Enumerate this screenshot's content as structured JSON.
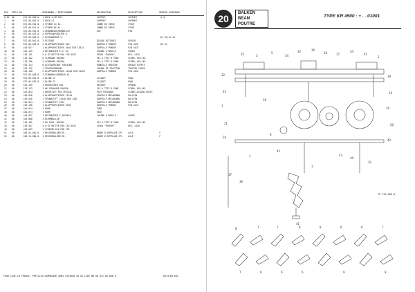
{
  "parts_list": {
    "headers": [
      "POS",
      "TEILE-NR",
      "",
      "BENENNUNG / BEZEICHNUNG",
      "DESIGNATION",
      "DESCRIPTION",
      "BEMERK./REMARQUE"
    ],
    "rows": [
      [
        "0.01",
        "00",
        "872.05.000.0",
        "1 BOCK 4,5M SCH.",
        "SUPPORT",
        "SUPPORT",
        "(1-5)"
      ],
      [
        "1",
        "00",
        "872.05.001.0",
        "1 BOCK LI.",
        "SUPPORT",
        "SUPPORT",
        ""
      ],
      [
        "2",
        "00",
        "872.05.010.0",
        "1 STREBE LI.KL.",
        "JAMBE DE FORCE",
        "STRUT",
        ""
      ],
      [
        "3",
        "00",
        "872.05.011.0",
        "1 STREBE RE.KL.",
        "JAMBE DE FORCE",
        "STRUT",
        ""
      ],
      [
        "4",
        "00",
        "872.05.012.0",
        "1 GEWINDEBUCHSENBLECH",
        "AXE",
        "PIN",
        ""
      ],
      [
        "5",
        "00",
        "872.05.013.0",
        "4 KUPPLUNGSBOLZEN D.",
        "",
        "",
        ""
      ],
      [
        "6",
        "00",
        "872.05.040.0",
        "2 DISTANZROHR V.",
        "",
        "",
        "(21-28,41-44"
      ],
      [
        "7",
        "00",
        "872.05.041.0",
        "2 DISTANZ",
        "DISQUE DISTANCE",
        "SPACER",
        ""
      ],
      [
        "8",
        "00",
        "872.05.043.0",
        "2 KLAPPVORSTECKER D10",
        "GOUPILLE PENDUE",
        "PIN LOCK",
        "(31-33"
      ],
      [
        "9",
        "00",
        "416.017",
        "1 KLAPPVORSTECKER 4X40 DIN 11023",
        "GOUPILLE PENDUE",
        "PIN LOCK",
        ""
      ],
      [
        "10",
        "00",
        "416.125",
        "1 BETONEISEN D.17 GL.",
        "CHAINE A MAILLE",
        "CHAIN",
        ""
      ],
      [
        "11",
        "00",
        "103.101",
        "2 6 KT-MUTTER M16 ISO 4032",
        "ECROU \"PUCHER\"",
        "HEX. LOCK",
        ""
      ],
      [
        "12",
        "00",
        "120.182",
        "6 SCHRAUBE M16X60",
        "VIS A TETE 6 PANS",
        "SCREW, HEX.HD.",
        ""
      ],
      [
        "13",
        "00",
        "120.180",
        "2 SCHRAUBE M16X50",
        "VIS A TETE 6 PANS",
        "SCREW, HEX.HD.",
        ""
      ],
      [
        "14",
        "00",
        "416.124",
        "6 DISTANZRINGE TORSIONS",
        "RONDELLE GRASSER",
        "GREASE NIPPLE",
        ""
      ],
      [
        "15",
        "00",
        "416.125",
        "1 TRAVERSENROHR",
        "CHAINE DE TRACTION",
        "TRACTOR CHAIN",
        ""
      ],
      [
        "16",
        "00",
        "416.130",
        "2 KLAPPVORSTECKER 12X45 DIN 11023",
        "GOUPILLE PENDUE",
        "PIN LOCK",
        ""
      ],
      [
        "17",
        "00",
        "872.05.050.0",
        "2 SCHWENKLAGERBOCK KL.",
        "",
        "",
        ""
      ],
      [
        "18",
        "00",
        "872.05.051.0",
        "1 BLIND II",
        "CLIQUET",
        "PAWL",
        ""
      ],
      [
        "19",
        "00",
        "872.05.052.0",
        "1 BLIND II",
        "CLIQUET",
        "PAWL",
        ""
      ],
      [
        "20",
        "00",
        "416.355",
        "1 DRUCKFEDER D28",
        "RESSORT",
        "SPRING",
        ""
      ],
      [
        "21",
        "00",
        "120.113",
        "2 6K-SCHRAUBE M16X50",
        "VIS A TETE 6 PANS",
        "SCREW, HEX.HD.",
        ""
      ],
      [
        "22",
        "00",
        "543.024",
        "1 DREHSTIFT M10 SPEZIAL",
        "PATE,FREINAGE",
        "SCREW LOCKING PASTE",
        ""
      ],
      [
        "23",
        "00",
        "416.016",
        "1 KLAPPVORSTECKER 11X45",
        "GOUPILLE MECANINDO",
        "ROLLPIN",
        ""
      ],
      [
        "24",
        "00",
        "416.016",
        "1 SPANNSTIFT 14X40 DIN 1481",
        "GOUPILLE MECANINDO",
        "ROLLPIN",
        ""
      ],
      [
        "25",
        "00",
        "416.014",
        "1 SPANNSTIFT 5X32",
        "GOUPILLE MECANINDO",
        "ROLLPIN",
        ""
      ],
      [
        "26",
        "00",
        "416.130",
        "1 KLAPPVORSTECKER 5X36",
        "GOUPILLE PENDUE",
        "PIN LOCK",
        ""
      ],
      [
        "37",
        "00",
        "444.074",
        "1 ROHR",
        "TUBE",
        "",
        ""
      ],
      [
        "38",
        "00",
        "444.074",
        "1 ROHR",
        "RACK",
        "",
        ""
      ],
      [
        "40",
        "00",
        "444.037",
        "1 BETONEISEN 3,10X3610",
        "CHAINE A MAILLE",
        "CHAIN",
        ""
      ],
      [
        "41",
        "00",
        "543.008",
        "1 KLEMMROLLEN",
        "",
        "",
        ""
      ],
      [
        "42",
        "00",
        "103.101",
        "1 6K-SCHR. M16X55",
        "VIS A TETE 6 PANS",
        "SCREW, HEX.HD.",
        ""
      ],
      [
        "43",
        "00",
        "103.567",
        "4 6 KT-MUTTER M16 ISO 4032",
        "ECROU \"PUCHER\"",
        "HEX. LOCK",
        ""
      ],
      [
        "44",
        "00",
        "416.063",
        "1 SCHEIBE D16 DIN 125",
        "",
        "",
        ""
      ],
      [
        "51",
        "00",
        "505.01.001.0",
        "1 MESSERBALKEN RE.",
        "BARRE D'APPELAGE CPL",
        "AXLE",
        "F"
      ],
      [
        "52",
        "00",
        "505.11.000.0",
        "1 MESSERBALKEN RE.",
        "BARRE D'APPELAGE CPL",
        "AXLE",
        "F"
      ]
    ]
  },
  "footer": {
    "note": "FOUR CASE-IH FRANCE: PEPILLES DIMMAGERE AM02 8745580 20   AS LIKE NR 00 872.05.000.0",
    "page": "0474/EN 052"
  },
  "section_header": {
    "number": "20",
    "labels": [
      "BALKEN",
      "BEAM",
      "POUTRE"
    ],
    "type_title": "TYPE KR 4500 : + . . 01001"
  },
  "diagram": {
    "reference": "TD 130.086.0",
    "callouts": [
      "35",
      "3",
      "5",
      "34",
      "32",
      "30",
      "18",
      "17",
      "44",
      "45",
      "2",
      "12",
      "23",
      "1",
      "21",
      "26",
      "19",
      "14",
      "19",
      "20",
      "42",
      "18",
      "8",
      "45",
      "7",
      "43",
      "40",
      "20",
      "37",
      "36",
      "1",
      "41",
      "8",
      "7",
      "7",
      "8",
      "8",
      "6",
      "6",
      "7",
      "7",
      "6",
      "6",
      "6",
      "9",
      "8"
    ]
  }
}
